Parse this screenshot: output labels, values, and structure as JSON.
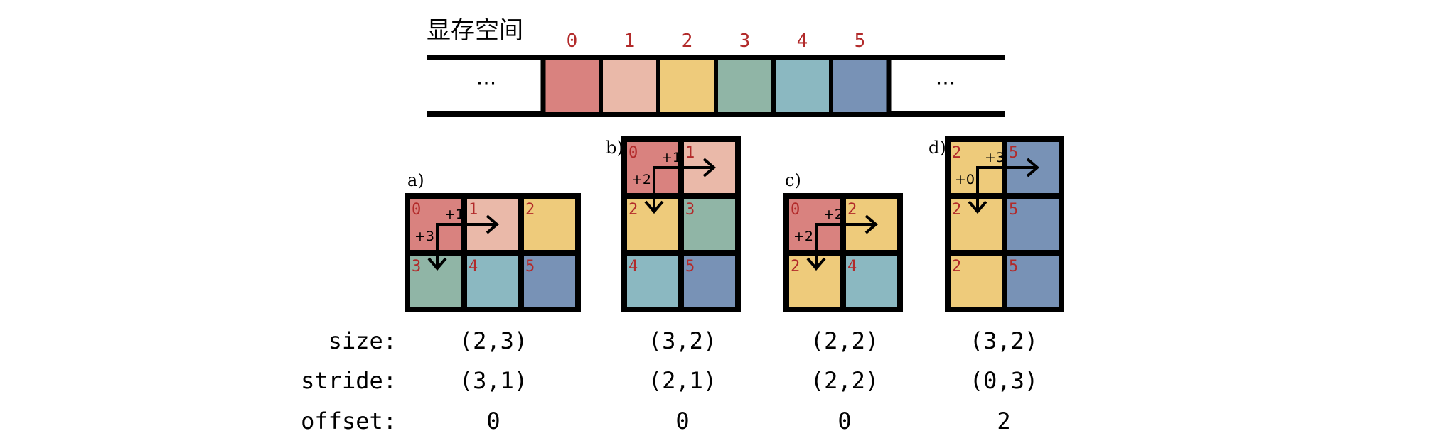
{
  "colors": {
    "c0": "#d9827f",
    "c1": "#eab9a9",
    "c2": "#eecb7b",
    "c3": "#90b5a6",
    "c4": "#8bb8c1",
    "c5": "#7892b6",
    "index_text": "#b22a2a",
    "stroke": "#000000"
  },
  "memory": {
    "title": "显存空间",
    "ellipsis_left": "···",
    "ellipsis_right": "···",
    "cells": [
      {
        "index": "0",
        "color": "c0"
      },
      {
        "index": "1",
        "color": "c1"
      },
      {
        "index": "2",
        "color": "c2"
      },
      {
        "index": "3",
        "color": "c3"
      },
      {
        "index": "4",
        "color": "c4"
      },
      {
        "index": "5",
        "color": "c5"
      }
    ]
  },
  "views": [
    {
      "label": "a)",
      "rows": 2,
      "cols": 3,
      "cells": [
        [
          "0",
          "1",
          "2"
        ],
        [
          "3",
          "4",
          "5"
        ]
      ],
      "arrow_right": "+1",
      "arrow_down": "+3",
      "size": "(2,3)",
      "stride": "(3,1)",
      "offset": "0"
    },
    {
      "label": "b)",
      "rows": 3,
      "cols": 2,
      "cells": [
        [
          "0",
          "1"
        ],
        [
          "2",
          "3"
        ],
        [
          "4",
          "5"
        ]
      ],
      "arrow_right": "+1",
      "arrow_down": "+2",
      "size": "(3,2)",
      "stride": "(2,1)",
      "offset": "0"
    },
    {
      "label": "c)",
      "rows": 2,
      "cols": 2,
      "cells": [
        [
          "0",
          "2"
        ],
        [
          "2",
          "4"
        ]
      ],
      "arrow_right": "+2",
      "arrow_down": "+2",
      "size": "(2,2)",
      "stride": "(2,2)",
      "offset": "0"
    },
    {
      "label": "d)",
      "rows": 3,
      "cols": 2,
      "cells": [
        [
          "2",
          "5"
        ],
        [
          "2",
          "5"
        ],
        [
          "2",
          "5"
        ]
      ],
      "arrow_right": "+3",
      "arrow_down": "+0",
      "size": "(3,2)",
      "stride": "(0,3)",
      "offset": "2"
    }
  ],
  "row_labels": {
    "size": "size:",
    "stride": "stride:",
    "offset": "offset:"
  }
}
